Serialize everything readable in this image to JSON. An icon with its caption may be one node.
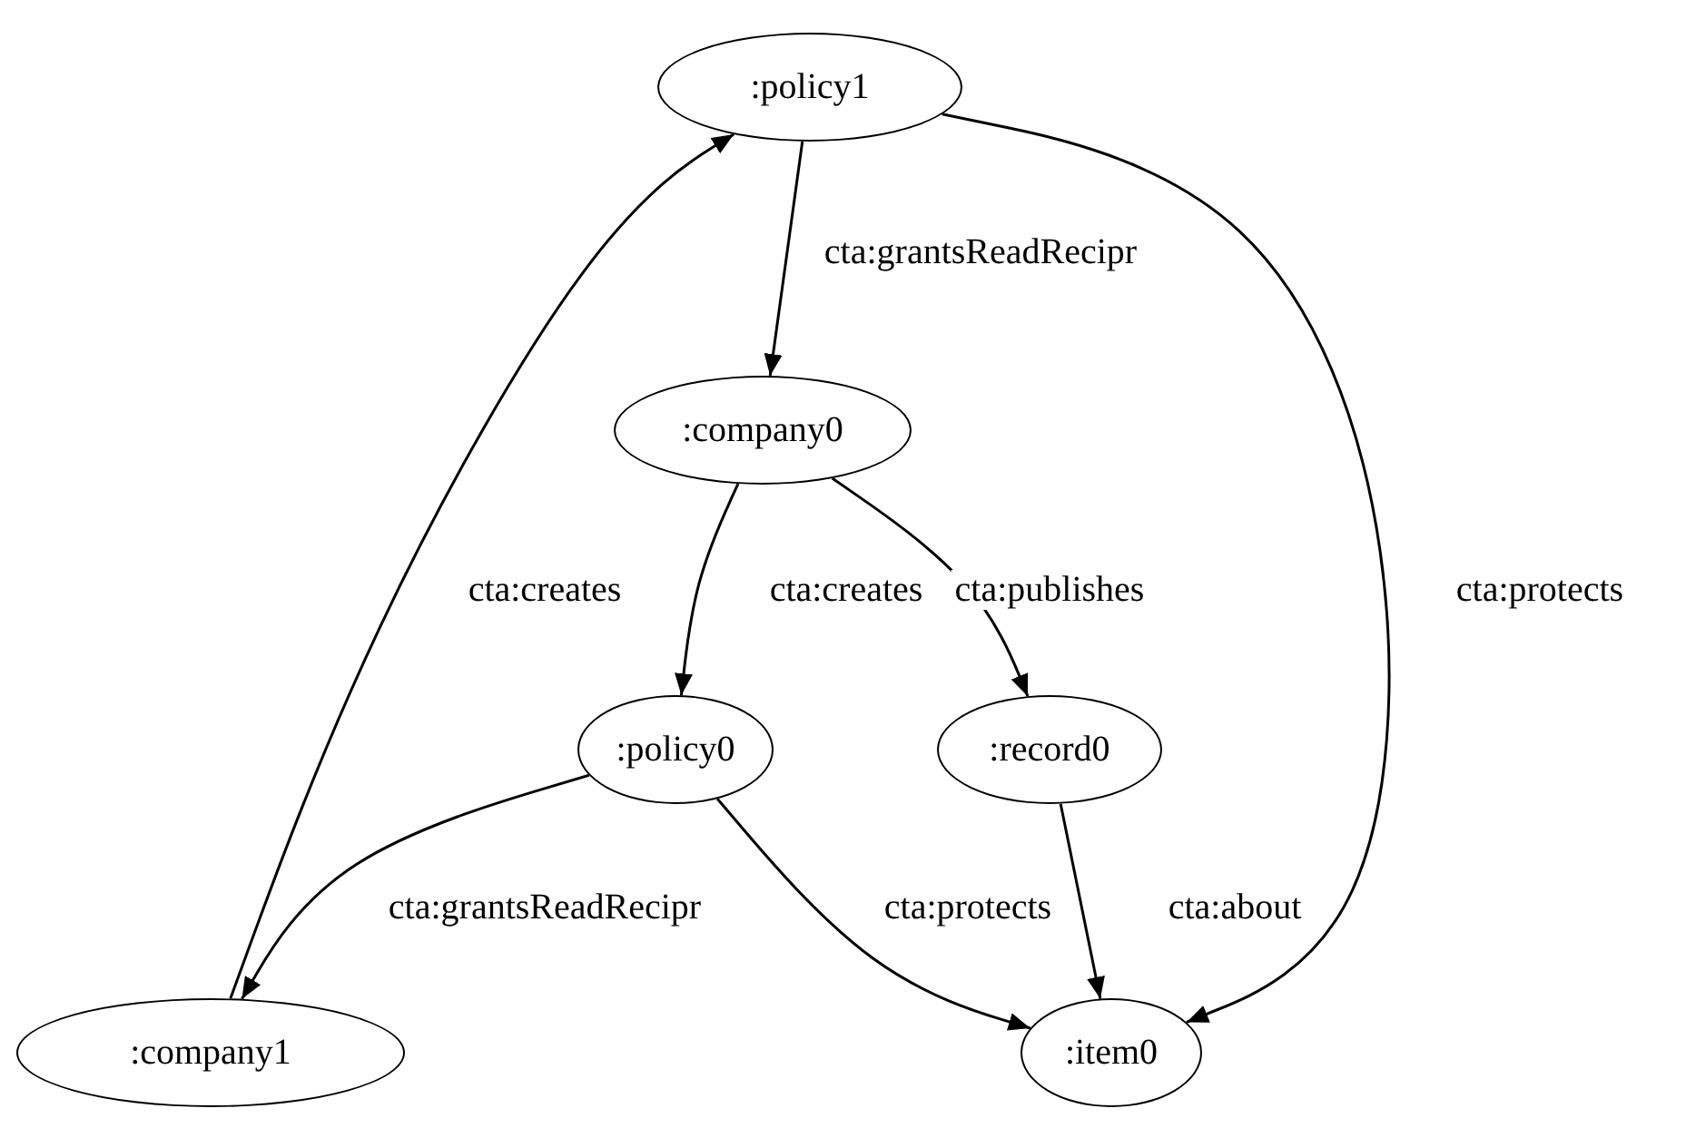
{
  "diagram": {
    "nodes": [
      {
        "text": [
          ":policy1"
        ]
      },
      {
        "text": [
          ":company0"
        ]
      },
      {
        "text": [
          ":policy0"
        ]
      },
      {
        "text": [
          ":record0"
        ]
      },
      {
        "text": [
          ":company1"
        ]
      },
      {
        "text": [
          ":item0"
        ]
      }
    ],
    "edges": [
      {
        "from": 0,
        "to": 1,
        "arrow": "to",
        "label": "cta:grantsReadRecipr"
      },
      {
        "from": 1,
        "to": 2,
        "arrow": "to",
        "label": "cta:creates"
      },
      {
        "from": 1,
        "to": 3,
        "arrow": "to",
        "label": "cta:publishes"
      },
      {
        "from": 2,
        "to": 4,
        "arrow": "to",
        "label": "cta:grantsReadRecipr"
      },
      {
        "from": 2,
        "to": 5,
        "arrow": "to",
        "label": "cta:protects"
      },
      {
        "from": 3,
        "to": 5,
        "arrow": "to",
        "label": "cta:about"
      },
      {
        "from": 4,
        "to": 0,
        "arrow": "to",
        "label": "cta:creates"
      },
      {
        "from": 0,
        "to": 5,
        "arrow": "to",
        "label": "cta:protects"
      }
    ]
  }
}
